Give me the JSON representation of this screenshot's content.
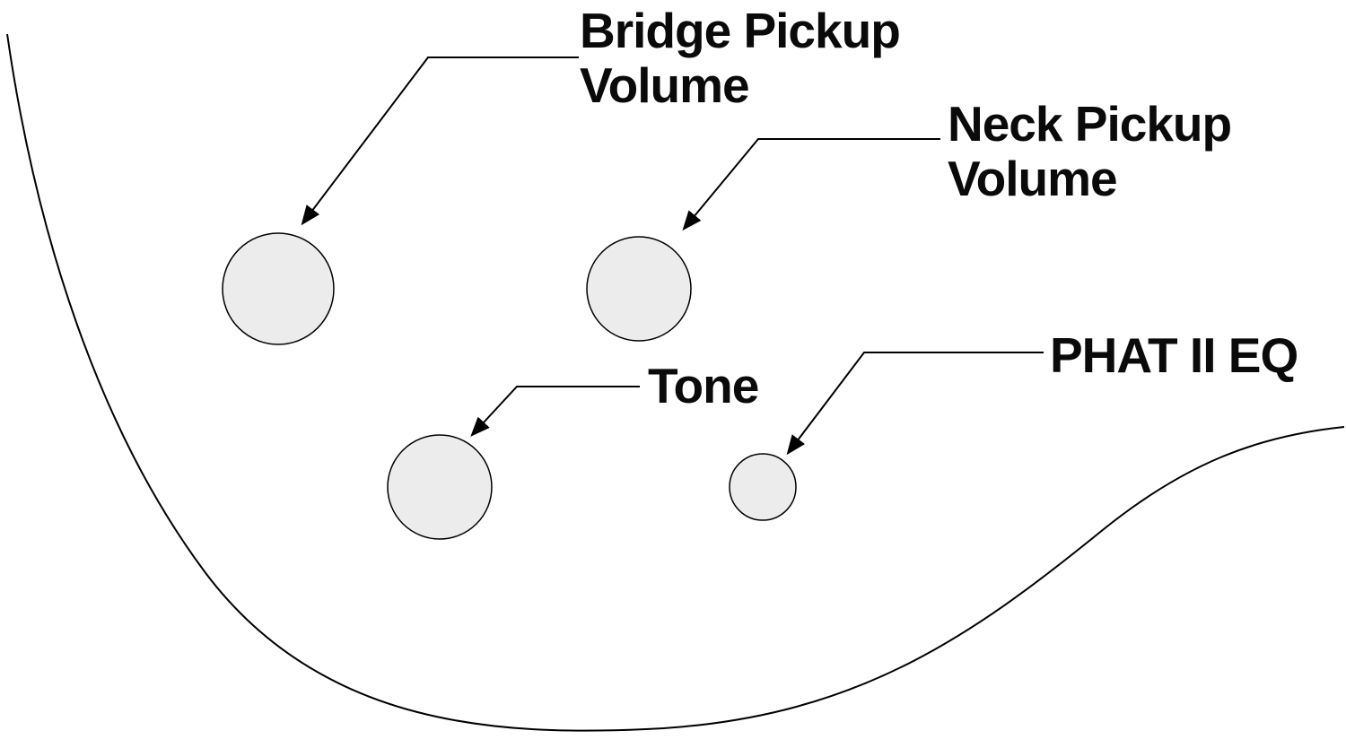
{
  "diagram": {
    "labels": {
      "bridge_pickup_volume": "Bridge Pickup\nVolume",
      "neck_pickup_volume": "Neck Pickup\nVolume",
      "tone": "Tone",
      "phat_ii_eq": "PHAT II EQ"
    },
    "knobs": [
      {
        "name": "bridge-pickup-volume-knob"
      },
      {
        "name": "neck-pickup-volume-knob"
      },
      {
        "name": "tone-knob"
      },
      {
        "name": "phat-ii-eq-knob"
      }
    ],
    "colors": {
      "background": "#ffffff",
      "knob_fill": "#ececec",
      "line": "#000000",
      "text": "#0a0a0a"
    }
  }
}
